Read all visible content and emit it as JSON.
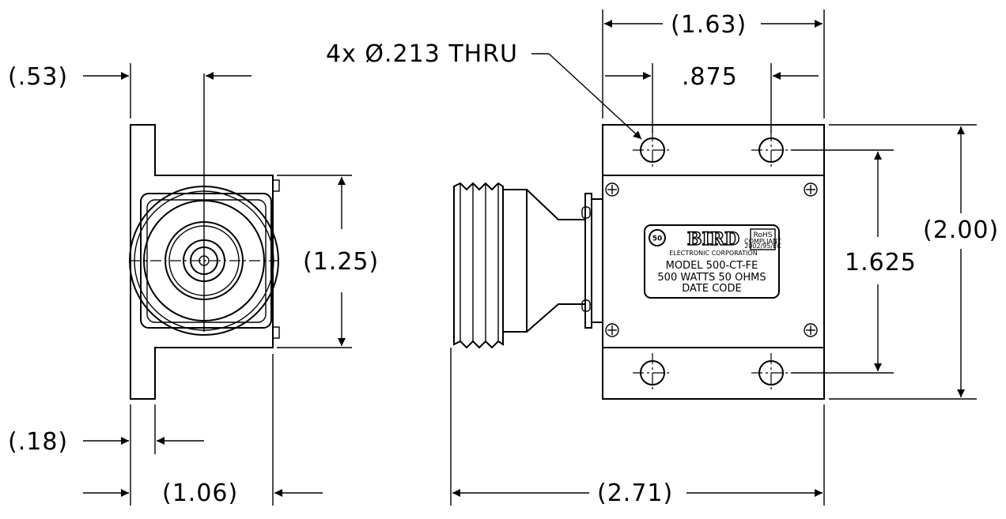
{
  "dimensions": {
    "flange_offset": "(.53)",
    "flange_thickness": "(.18)",
    "overall_depth": "(1.06)",
    "connector_height": "(1.25)",
    "hole_callout": "4x Ø.213 THRU",
    "body_width": "(1.63)",
    "hole_spacing_x": ".875",
    "hole_spacing_y": "1.625",
    "body_height": "(2.00)",
    "overall_length": "(2.71)"
  },
  "label_plate": {
    "logo": "BIRD",
    "badge": "50",
    "company": "ELECTRONIC CORPORATION",
    "rohs": "RoHS",
    "rohs_sub1": "COMPLIANT",
    "rohs_sub2": "2002/95/EC",
    "model_line": "MODEL 500-CT-FE",
    "rating_line": "500 WATTS  50 OHMS",
    "date_line": "DATE CODE"
  }
}
